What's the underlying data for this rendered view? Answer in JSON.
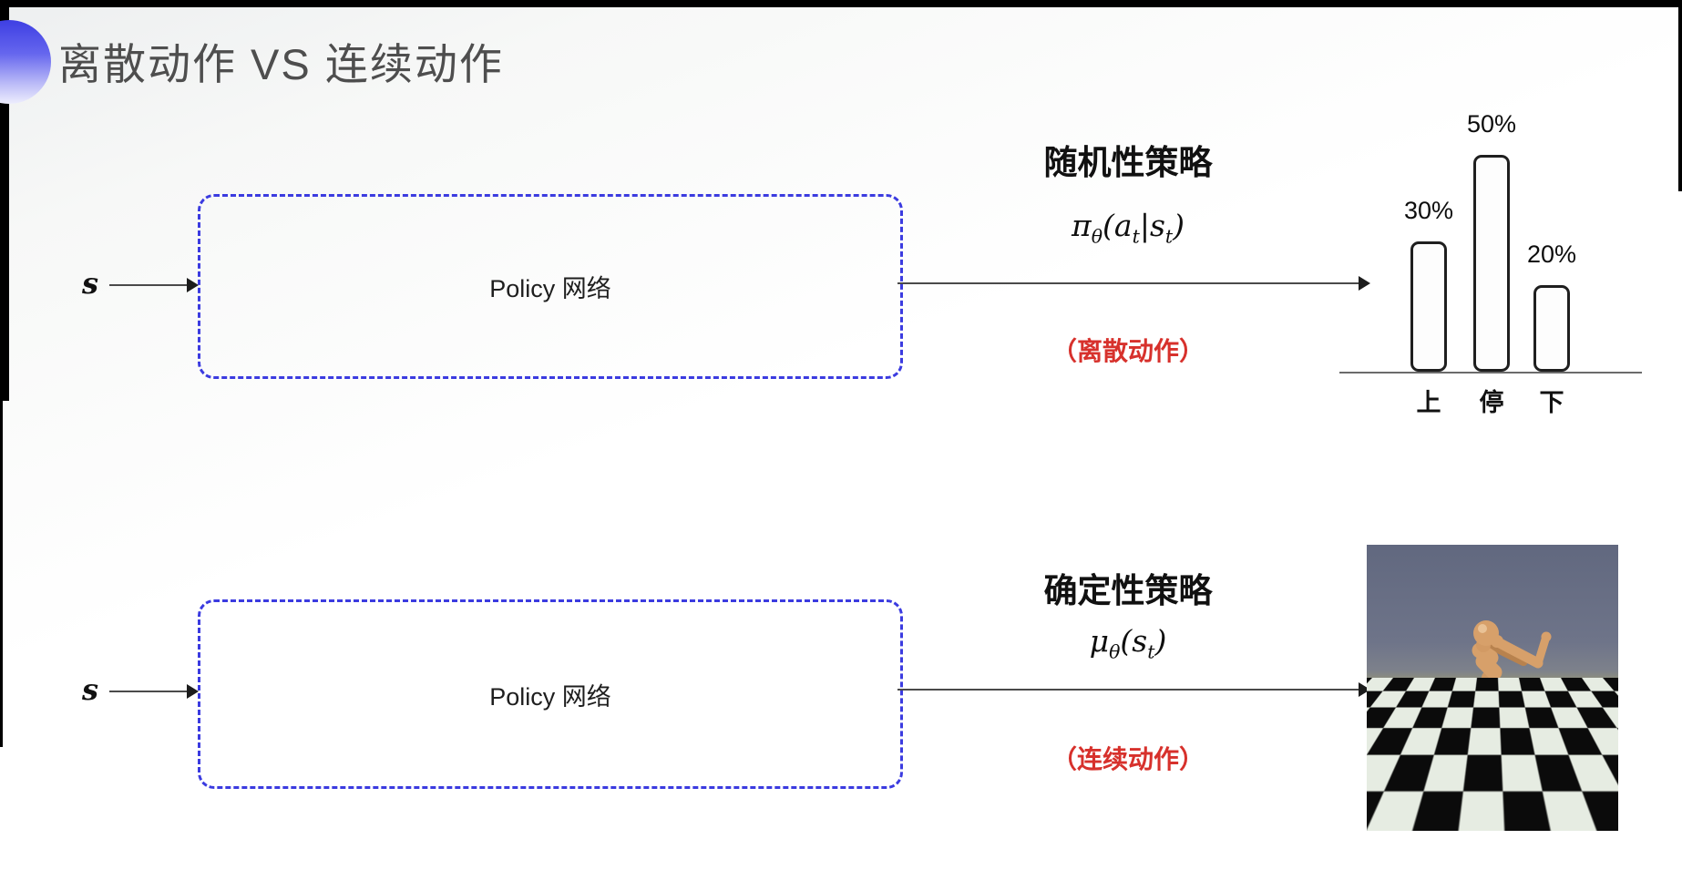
{
  "title": "离散动作 VS 连续动作",
  "top_flow": {
    "input_label": "s",
    "box_label": "Policy 网络",
    "policy_name": "随机性策略",
    "formula": {
      "base": "π",
      "base_sub": "θ",
      "open": "(",
      "arg1": "a",
      "arg1_sub": "t",
      "bar": "|",
      "arg2": "s",
      "arg2_sub": "t",
      "close": ")"
    },
    "action_note": "（离散动作）",
    "chart": {
      "type": "bar",
      "categories": [
        "上",
        "停",
        "下"
      ],
      "values": [
        30,
        50,
        20
      ],
      "value_labels": [
        "30%",
        "50%",
        "20%"
      ],
      "ylim": [
        0,
        60
      ],
      "grid": false
    }
  },
  "bottom_flow": {
    "input_label": "s",
    "box_label": "Policy 网络",
    "policy_name": "确定性策略",
    "formula": {
      "base": "μ",
      "base_sub": "θ",
      "open": "(",
      "arg": "s",
      "arg_sub": "t",
      "close": ")"
    },
    "action_note": "（连续动作）"
  },
  "colors": {
    "accent_blue": "#3e3fe3",
    "box_dash_blue": "#3b3be0",
    "note_red": "#d7312c",
    "arrow_dark": "#1c1c1c"
  }
}
